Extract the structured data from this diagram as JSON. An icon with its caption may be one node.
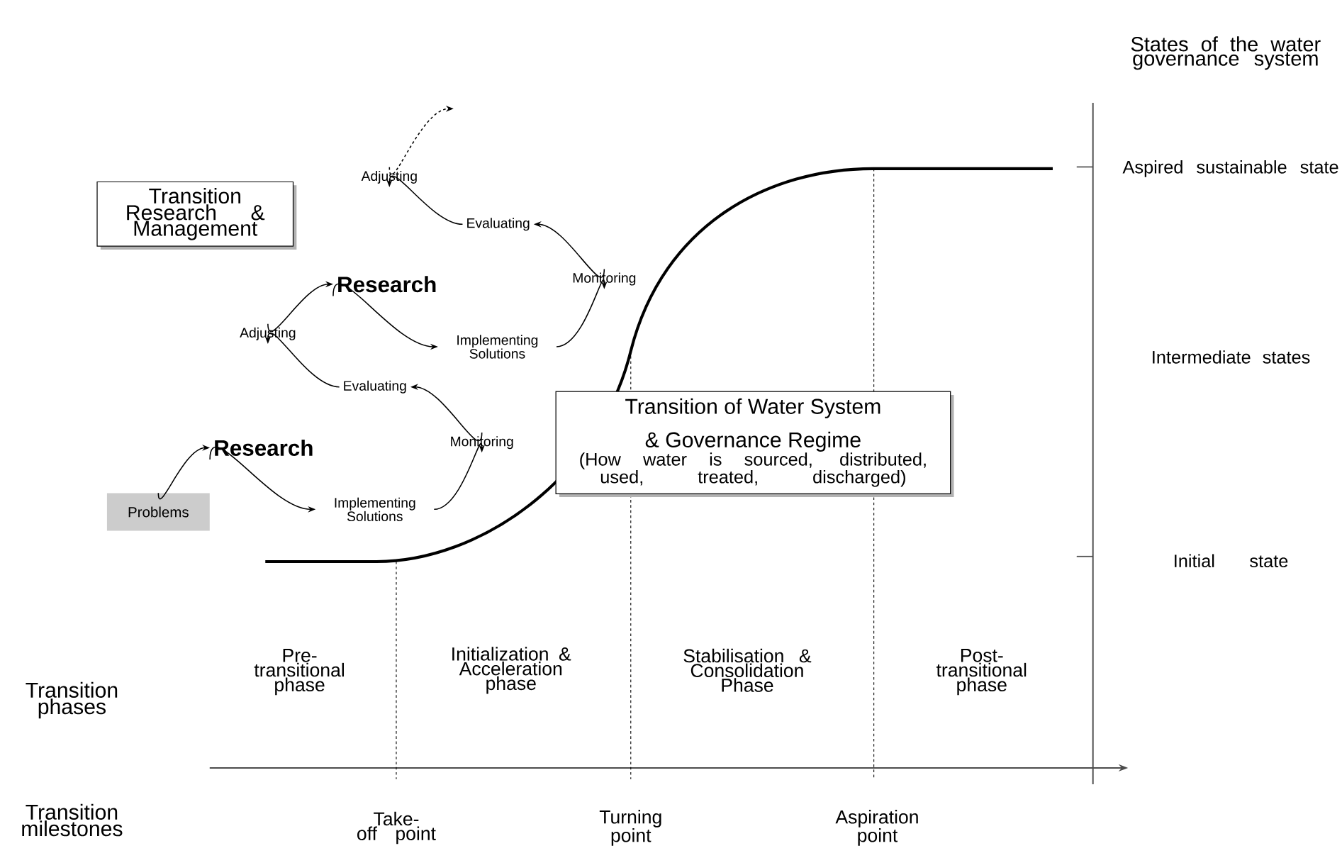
{
  "diagram": {
    "nodes": [
      {
        "text": [
          "Transition Research & Management"
        ]
      },
      {
        "text": [
          "Problems"
        ]
      },
      {
        "text": [
          "Research"
        ]
      },
      {
        "text": [
          "Implementing Solutions"
        ]
      },
      {
        "text": [
          "Monitoring"
        ]
      },
      {
        "text": [
          "Evaluating"
        ]
      },
      {
        "text": [
          "Adjusting"
        ]
      },
      {
        "text": [
          "Research"
        ]
      },
      {
        "text": [
          "Implementing Solutions"
        ]
      },
      {
        "text": [
          "Monitoring"
        ]
      },
      {
        "text": [
          "Evaluating"
        ]
      },
      {
        "text": [
          "Adjusting"
        ]
      },
      {
        "text": [
          "Transition of Water System & Governance Regime",
          "(How water is sourced, distributed, used, treated, discharged)"
        ]
      }
    ],
    "edges": [
      {
        "from": 1,
        "to": 2,
        "arrow": "to"
      },
      {
        "from": 2,
        "to": 3,
        "arrow": "to"
      },
      {
        "from": 3,
        "to": 4,
        "arrow": "to"
      },
      {
        "from": 4,
        "to": 5,
        "arrow": "to"
      },
      {
        "from": 5,
        "to": 6,
        "arrow": "to"
      },
      {
        "from": 6,
        "to": 7,
        "arrow": "to"
      },
      {
        "from": 7,
        "to": 8,
        "arrow": "to"
      },
      {
        "from": 8,
        "to": 9,
        "arrow": "to"
      },
      {
        "from": 9,
        "to": 10,
        "arrow": "to"
      },
      {
        "from": 10,
        "to": 11,
        "arrow": "to"
      },
      {
        "from": 11,
        "to": null,
        "arrow": "to",
        "style": "dashed"
      }
    ],
    "labels": [
      "States of the water governance system",
      "Aspired sustainable state",
      "Intermediate states",
      "Initial state",
      "Pre-transitional phase",
      "Initialization & Acceleration phase",
      "Stabilisation & Consolidation Phase",
      "Post-transitional phase",
      "Transition phases",
      "Transition milestones",
      "Take-off point",
      "Turning point",
      "Aspiration point"
    ]
  }
}
